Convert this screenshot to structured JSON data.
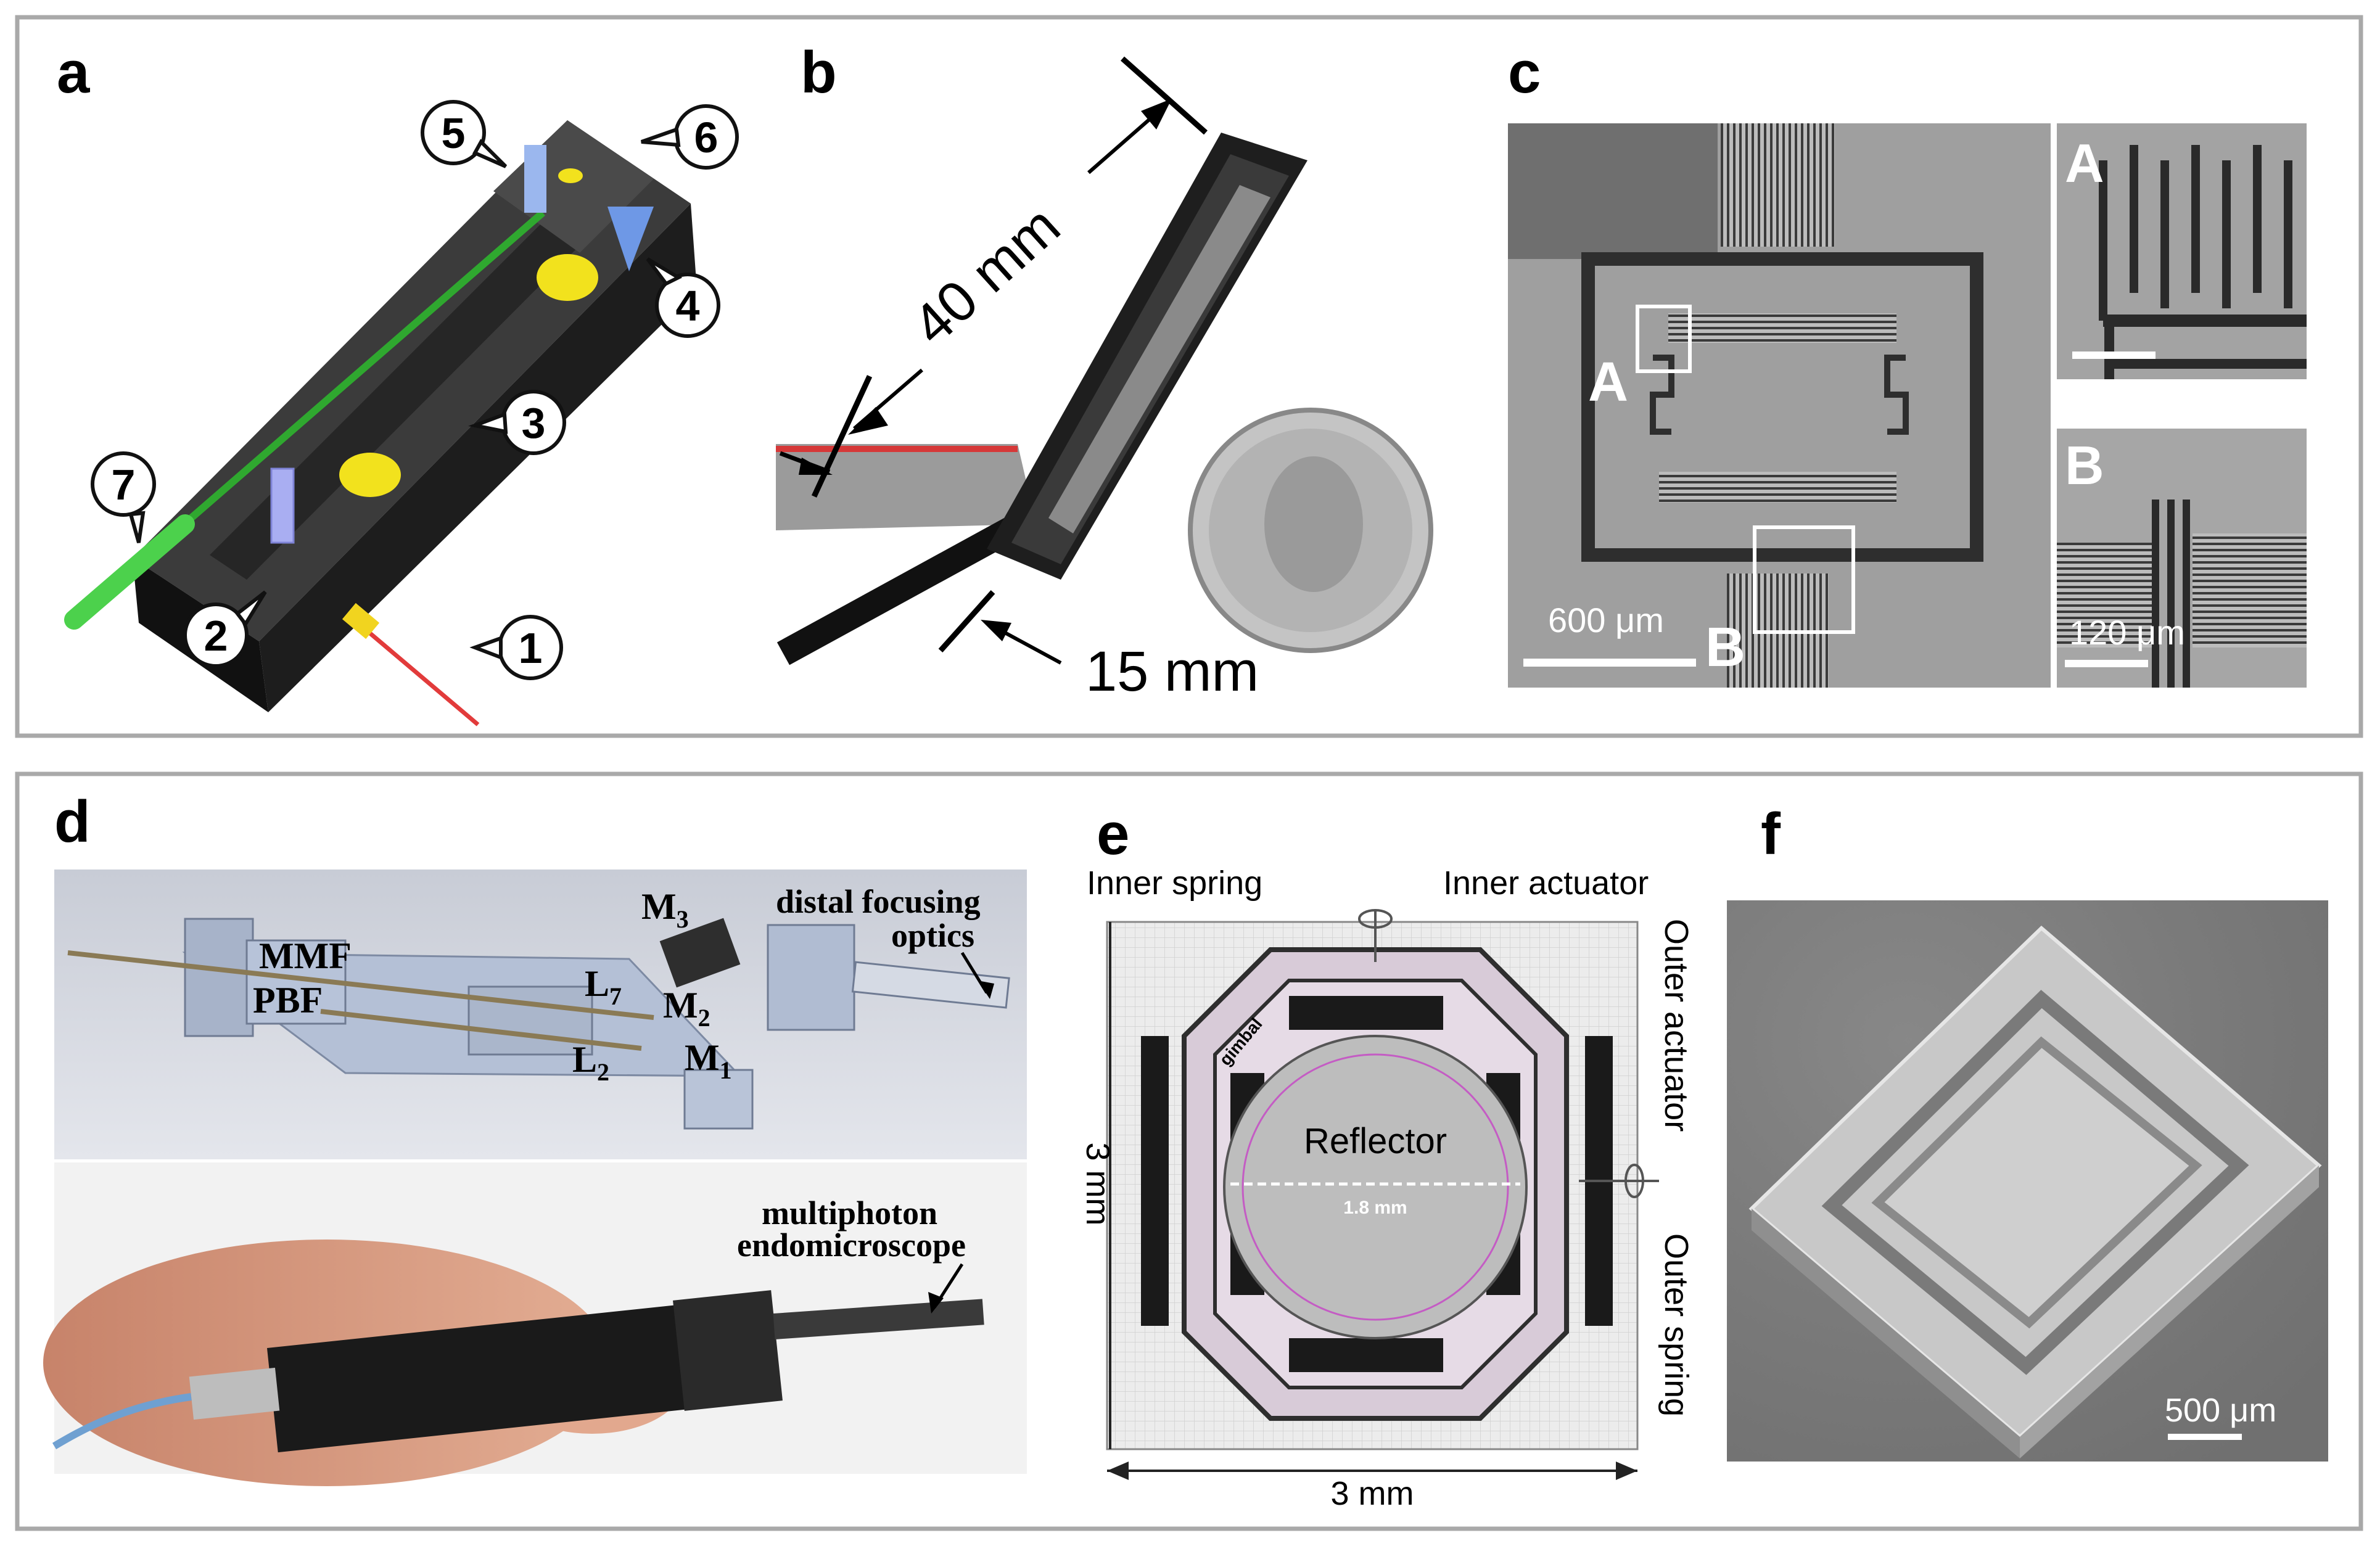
{
  "panels": {
    "a": {
      "letter": "a",
      "callouts": [
        "1",
        "2",
        "3",
        "4",
        "5",
        "6",
        "7"
      ]
    },
    "b": {
      "letter": "b",
      "dim_length": "40 mm",
      "dim_width": "15 mm"
    },
    "c": {
      "letter": "c",
      "inset_a_label": "A",
      "inset_b_label": "B",
      "scale_main": "600 μm",
      "scale_inset": "120 μm"
    },
    "d": {
      "letter": "d",
      "label_mmf": "MMF",
      "label_pbf": "PBF",
      "label_l7": "L",
      "label_l7_sub": "7",
      "label_l2": "L",
      "label_l2_sub": "2",
      "label_m1": "M",
      "label_m1_sub": "1",
      "label_m2": "M",
      "label_m2_sub": "2",
      "label_m3": "M",
      "label_m3_sub": "3",
      "distal_line1": "distal focusing",
      "distal_line2": "optics",
      "endo_line1": "multiphoton",
      "endo_line2": "endomicroscope"
    },
    "e": {
      "letter": "e",
      "inner_spring": "Inner spring",
      "inner_actuator": "Inner actuator",
      "outer_actuator": "Outer actuator",
      "outer_spring": "Outer spring",
      "reflector": "Reflector",
      "diameter": "1.8 mm",
      "gimbal": "gimbal",
      "dim_side": "3 mm",
      "dim_bottom": "3 mm"
    },
    "f": {
      "letter": "f",
      "scale": "500 μm"
    }
  }
}
